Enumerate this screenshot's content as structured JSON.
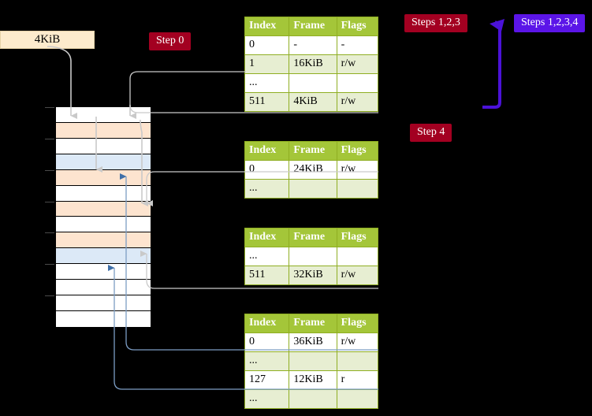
{
  "labels": {
    "mem_size": "4KiB",
    "step0": "Step 0",
    "step4": "Step 4",
    "steps123": "Steps 1,2,3",
    "steps1234": "Steps 1,2,3,4"
  },
  "colors": {
    "badge_red": "#a30021",
    "badge_blue": "#5b15e8",
    "table_header": "#a4c639",
    "table_alt_row": "#e7eed2",
    "highlight": "#ffff99",
    "mem_label_bg": "#fdebcd",
    "mem_row_peach": "#fde4cf",
    "mem_row_blue": "#dce9f7",
    "wire_grey": "#c9c9c9",
    "wire_blue": "#7c9dc4",
    "arrow_blue_fill": "#3f6fa8",
    "arrow_grey_fill": "#c9c9c9"
  },
  "table_columns": [
    "Index",
    "Frame",
    "Flags"
  ],
  "tables": [
    {
      "name": "pml4-table",
      "rows": [
        {
          "index": "0",
          "frame": "-",
          "flags": "-",
          "style": "plain",
          "highlight": false
        },
        {
          "index": "1",
          "frame": "16KiB",
          "flags": "r/w",
          "style": "alt",
          "highlight": false
        },
        {
          "index": "...",
          "frame": "",
          "flags": "",
          "style": "plain",
          "highlight": false
        },
        {
          "index": "511",
          "frame": "4KiB",
          "flags": "r/w",
          "style": "alt",
          "highlight": true
        }
      ]
    },
    {
      "name": "pdp-table",
      "rows": [
        {
          "index": "0",
          "frame": "24KiB",
          "flags": "r/w",
          "style": "plain",
          "highlight": false
        },
        {
          "index": "...",
          "frame": "",
          "flags": "",
          "style": "alt",
          "highlight": false
        }
      ]
    },
    {
      "name": "pd-table",
      "rows": [
        {
          "index": "...",
          "frame": "",
          "flags": "",
          "style": "plain",
          "highlight": false
        },
        {
          "index": "511",
          "frame": "32KiB",
          "flags": "r/w",
          "style": "alt",
          "highlight": false
        }
      ]
    },
    {
      "name": "pt-table",
      "rows": [
        {
          "index": "0",
          "frame": "36KiB",
          "flags": "r/w",
          "style": "plain",
          "highlight": false
        },
        {
          "index": "...",
          "frame": "",
          "flags": "",
          "style": "alt",
          "highlight": false
        },
        {
          "index": "127",
          "frame": "12KiB",
          "flags": "r",
          "style": "plain",
          "highlight": false
        },
        {
          "index": "...",
          "frame": "",
          "flags": "",
          "style": "alt",
          "highlight": false
        }
      ]
    }
  ],
  "memory_rows": [
    {
      "fill": "white"
    },
    {
      "fill": "peach"
    },
    {
      "fill": "white"
    },
    {
      "fill": "blue"
    },
    {
      "fill": "peach"
    },
    {
      "fill": "white"
    },
    {
      "fill": "peach"
    },
    {
      "fill": "white"
    },
    {
      "fill": "peach"
    },
    {
      "fill": "blue"
    },
    {
      "fill": "white"
    },
    {
      "fill": "white"
    },
    {
      "fill": "white"
    },
    {
      "fill": "white"
    }
  ]
}
